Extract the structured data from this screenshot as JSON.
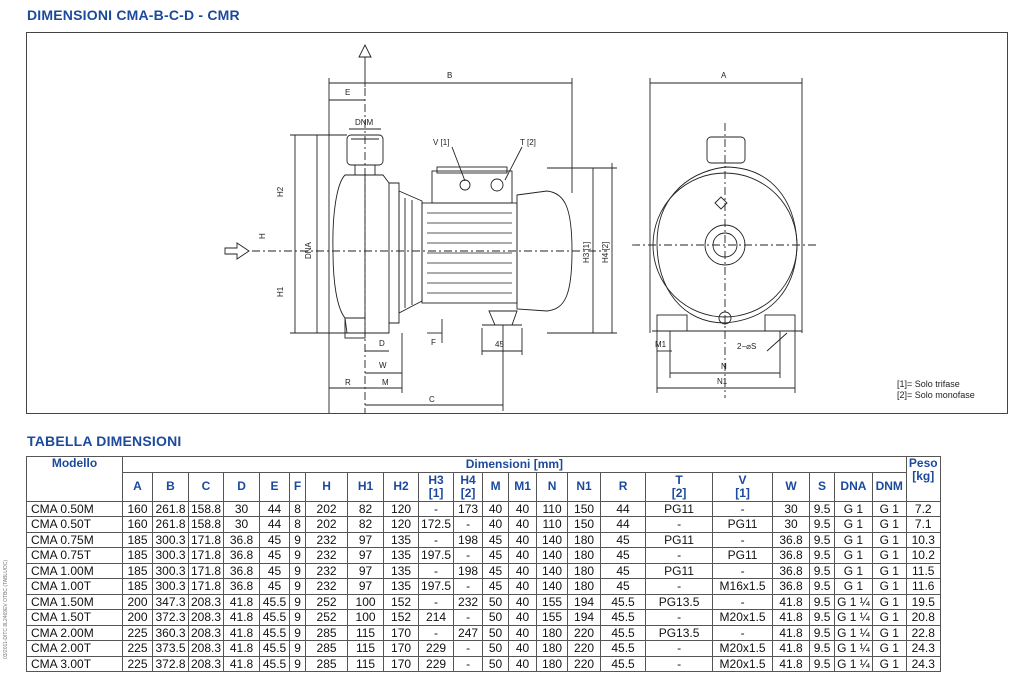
{
  "titles": {
    "drawing": "DIMENSIONI CMA-B-C-D - CMR",
    "table": "TABELLA DIMENSIONI"
  },
  "drawing_labels": {
    "B": "B",
    "E": "E",
    "DNM": "DNM",
    "V1": "V [1]",
    "T2": "T [2]",
    "H2": "H2",
    "H": "H",
    "H1": "H1",
    "DNA": "DNA",
    "H3": "H3 [1]",
    "H4": "H4 [2]",
    "D": "D",
    "W": "W",
    "F": "F",
    "R": "R",
    "M": "M",
    "C": "C",
    "dim45": "45",
    "A": "A",
    "M1": "M1",
    "S": "2−⌀S",
    "N": "N",
    "N1": "N1"
  },
  "legend": {
    "l1": "[1]= Solo trifase",
    "l2": "[2]= Solo monofase"
  },
  "side_note": "03/2011-DITC 8L2469EV OTBC (TABLUOC)",
  "table": {
    "model_header": "Modello",
    "group_header": "Dimensioni [mm]",
    "weight_header": "Peso",
    "weight_unit": "[kg]",
    "columns": [
      "A",
      "B",
      "C",
      "D",
      "E",
      "F",
      "H",
      "H1",
      "H2",
      "H3",
      "H4",
      "M",
      "M1",
      "N",
      "N1",
      "R",
      "T",
      "V",
      "W",
      "S",
      "DNA",
      "DNM"
    ],
    "notes": {
      "H3": "[1]",
      "H4": "[2]",
      "T": "[2]",
      "V": "[1]"
    },
    "rows": [
      [
        "CMA 0.50M",
        "160",
        "261.8",
        "158.8",
        "30",
        "44",
        "8",
        "202",
        "82",
        "120",
        "-",
        "173",
        "40",
        "40",
        "110",
        "150",
        "44",
        "PG11",
        "-",
        "30",
        "9.5",
        "G 1",
        "G 1",
        "7.2"
      ],
      [
        "CMA 0.50T",
        "160",
        "261.8",
        "158.8",
        "30",
        "44",
        "8",
        "202",
        "82",
        "120",
        "172.5",
        "-",
        "40",
        "40",
        "110",
        "150",
        "44",
        "-",
        "PG11",
        "30",
        "9.5",
        "G 1",
        "G 1",
        "7.1"
      ],
      [
        "CMA 0.75M",
        "185",
        "300.3",
        "171.8",
        "36.8",
        "45",
        "9",
        "232",
        "97",
        "135",
        "-",
        "198",
        "45",
        "40",
        "140",
        "180",
        "45",
        "PG11",
        "-",
        "36.8",
        "9.5",
        "G 1",
        "G 1",
        "10.3"
      ],
      [
        "CMA 0.75T",
        "185",
        "300.3",
        "171.8",
        "36.8",
        "45",
        "9",
        "232",
        "97",
        "135",
        "197.5",
        "-",
        "45",
        "40",
        "140",
        "180",
        "45",
        "-",
        "PG11",
        "36.8",
        "9.5",
        "G 1",
        "G 1",
        "10.2"
      ],
      [
        "CMA 1.00M",
        "185",
        "300.3",
        "171.8",
        "36.8",
        "45",
        "9",
        "232",
        "97",
        "135",
        "-",
        "198",
        "45",
        "40",
        "140",
        "180",
        "45",
        "PG11",
        "-",
        "36.8",
        "9.5",
        "G 1",
        "G 1",
        "11.5"
      ],
      [
        "CMA 1.00T",
        "185",
        "300.3",
        "171.8",
        "36.8",
        "45",
        "9",
        "232",
        "97",
        "135",
        "197.5",
        "-",
        "45",
        "40",
        "140",
        "180",
        "45",
        "-",
        "M16x1.5",
        "36.8",
        "9.5",
        "G 1",
        "G 1",
        "11.6"
      ],
      [
        "CMA 1.50M",
        "200",
        "347.3",
        "208.3",
        "41.8",
        "45.5",
        "9",
        "252",
        "100",
        "152",
        "-",
        "232",
        "50",
        "40",
        "155",
        "194",
        "45.5",
        "PG13.5",
        "-",
        "41.8",
        "9.5",
        "G 1 ¼",
        "G 1",
        "19.5"
      ],
      [
        "CMA 1.50T",
        "200",
        "372.3",
        "208.3",
        "41.8",
        "45.5",
        "9",
        "252",
        "100",
        "152",
        "214",
        "-",
        "50",
        "40",
        "155",
        "194",
        "45.5",
        "-",
        "M20x1.5",
        "41.8",
        "9.5",
        "G 1 ¼",
        "G 1",
        "20.8"
      ],
      [
        "CMA 2.00M",
        "225",
        "360.3",
        "208.3",
        "41.8",
        "45.5",
        "9",
        "285",
        "115",
        "170",
        "-",
        "247",
        "50",
        "40",
        "180",
        "220",
        "45.5",
        "PG13.5",
        "-",
        "41.8",
        "9.5",
        "G 1 ¼",
        "G 1",
        "22.8"
      ],
      [
        "CMA 2.00T",
        "225",
        "373.5",
        "208.3",
        "41.8",
        "45.5",
        "9",
        "285",
        "115",
        "170",
        "229",
        "-",
        "50",
        "40",
        "180",
        "220",
        "45.5",
        "-",
        "M20x1.5",
        "41.8",
        "9.5",
        "G 1 ¼",
        "G 1",
        "24.3"
      ],
      [
        "CMA 3.00T",
        "225",
        "372.8",
        "208.3",
        "41.8",
        "45.5",
        "9",
        "285",
        "115",
        "170",
        "229",
        "-",
        "50",
        "40",
        "180",
        "220",
        "45.5",
        "-",
        "M20x1.5",
        "41.8",
        "9.5",
        "G 1 ¼",
        "G 1",
        "24.3"
      ]
    ]
  }
}
